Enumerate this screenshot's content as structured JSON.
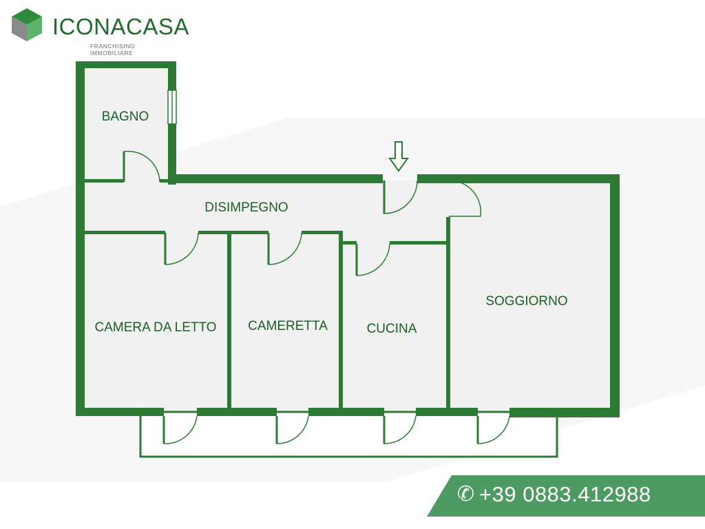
{
  "brand": {
    "name": "ICONACASA",
    "tagline": "FRANCHISING IMMOBILIARE",
    "color": "#1f6b2e"
  },
  "plan": {
    "wall_color": "#2c7a33",
    "floor_color": "#f1f1f1",
    "rooms": {
      "bagno": "BAGNO",
      "disimpegno": "DISIMPEGNO",
      "camera_da_letto": "CAMERA DA LETTO",
      "cameretta": "CAMERETTA",
      "cucina": "CUCINA",
      "soggiorno": "SOGGIORNO"
    }
  },
  "contact": {
    "phone_icon": "phone-icon",
    "phone": "+39 0883.412988",
    "band_color": "#4e9a63"
  }
}
